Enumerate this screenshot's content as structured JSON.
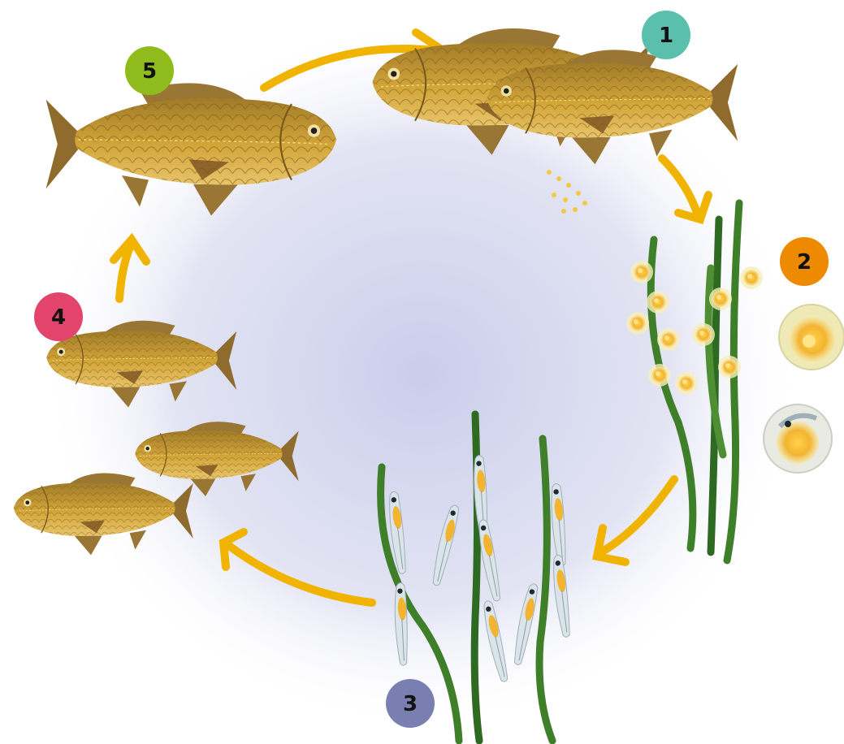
{
  "colors": {
    "arrow": "#f0b400",
    "fish_body": "#c99a2e",
    "fish_dark": "#8a6a22",
    "fin": "#8f6b2e",
    "weed": "#3f7f2a",
    "egg": "#f5c842",
    "larva": "#cfd8dc",
    "background_glow": "#d6d9ef"
  },
  "stages": [
    {
      "number": "1",
      "name": "spawning-adults",
      "color": "#5bbfae"
    },
    {
      "number": "2",
      "name": "eggs",
      "color": "#ee8a00"
    },
    {
      "number": "3",
      "name": "larvae",
      "color": "#7a7fb2"
    },
    {
      "number": "4",
      "name": "juveniles",
      "color": "#e2446b"
    },
    {
      "number": "5",
      "name": "adult",
      "color": "#8fbc1c"
    }
  ]
}
